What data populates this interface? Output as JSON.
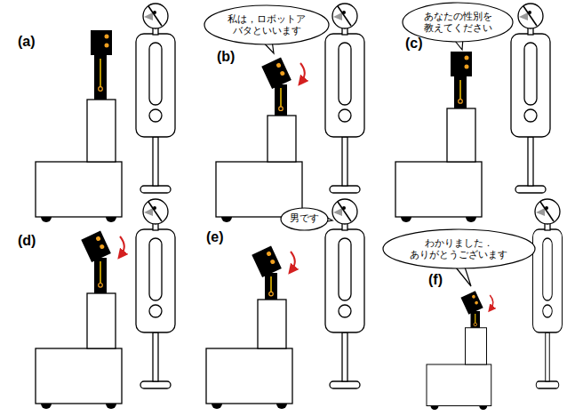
{
  "diagram": {
    "nodes": [
      {
        "text": [
          "私は，ロボットア バタといいます"
        ]
      },
      {
        "text": [
          "あなたの性別を 教えてください"
        ]
      },
      {
        "text": [
          "男です"
        ]
      },
      {
        "text": [
          "わかりました． ありがとうございます"
        ]
      }
    ],
    "labels": [
      "(a)",
      "(b)",
      "(c)",
      "(d)",
      "(e)",
      "(f)"
    ]
  }
}
